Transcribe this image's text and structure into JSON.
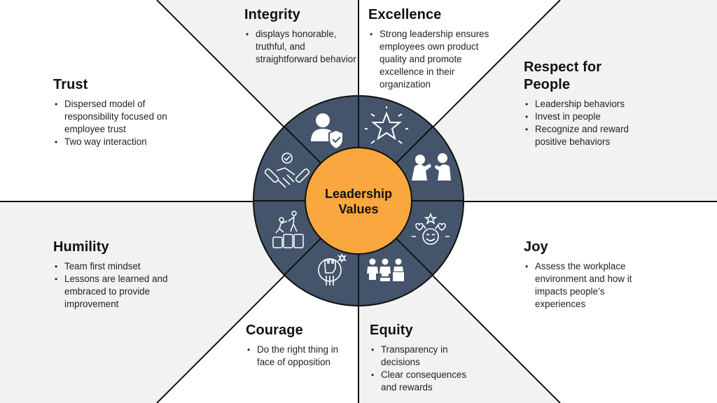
{
  "colors": {
    "sector_gray": "#F2F2F2",
    "sector_white": "#FFFFFF",
    "wheel": "#44546A",
    "center": "#F9A73E",
    "lines": "#111111",
    "icon": "#FFFFFF"
  },
  "center": {
    "line1": "Leadership",
    "line2": "Values"
  },
  "values": [
    {
      "id": "integrity",
      "title": "Integrity",
      "bullets": [
        "displays honorable, truthful, and straightforward behavior"
      ],
      "icon": "user-shield-check-icon",
      "fill": "gray"
    },
    {
      "id": "excellence",
      "title": "Excellence",
      "bullets": [
        "Strong leadership ensures employees own product quality and promote excellence in their organization"
      ],
      "icon": "sparkling-star-icon",
      "fill": "white"
    },
    {
      "id": "respect",
      "title": "Respect for People",
      "bullets": [
        "Leadership behaviors",
        "Invest in people",
        "Recognize and reward positive behaviors"
      ],
      "icon": "fist-bump-people-icon",
      "fill": "gray"
    },
    {
      "id": "joy",
      "title": "Joy",
      "bullets": [
        "Assess the workplace environment and how it impacts people’s experiences"
      ],
      "icon": "smiley-hearts-icon",
      "fill": "white"
    },
    {
      "id": "equity",
      "title": "Equity",
      "bullets": [
        "Transparency in decisions",
        "Clear consequences and rewards"
      ],
      "icon": "people-podium-icon",
      "fill": "gray"
    },
    {
      "id": "courage",
      "title": "Courage",
      "bullets": [
        "Do the right thing in face of opposition"
      ],
      "icon": "raised-fist-icon",
      "fill": "white"
    },
    {
      "id": "humility",
      "title": "Humility",
      "bullets": [
        "Team first mindset",
        "Lessons are learned and embraced to provide improvement"
      ],
      "icon": "helping-climb-steps-icon",
      "fill": "gray"
    },
    {
      "id": "trust",
      "title": "Trust",
      "bullets": [
        "Dispersed model of responsibility focused on employee trust",
        "Two way interaction"
      ],
      "icon": "handshake-badge-icon",
      "fill": "white"
    }
  ]
}
